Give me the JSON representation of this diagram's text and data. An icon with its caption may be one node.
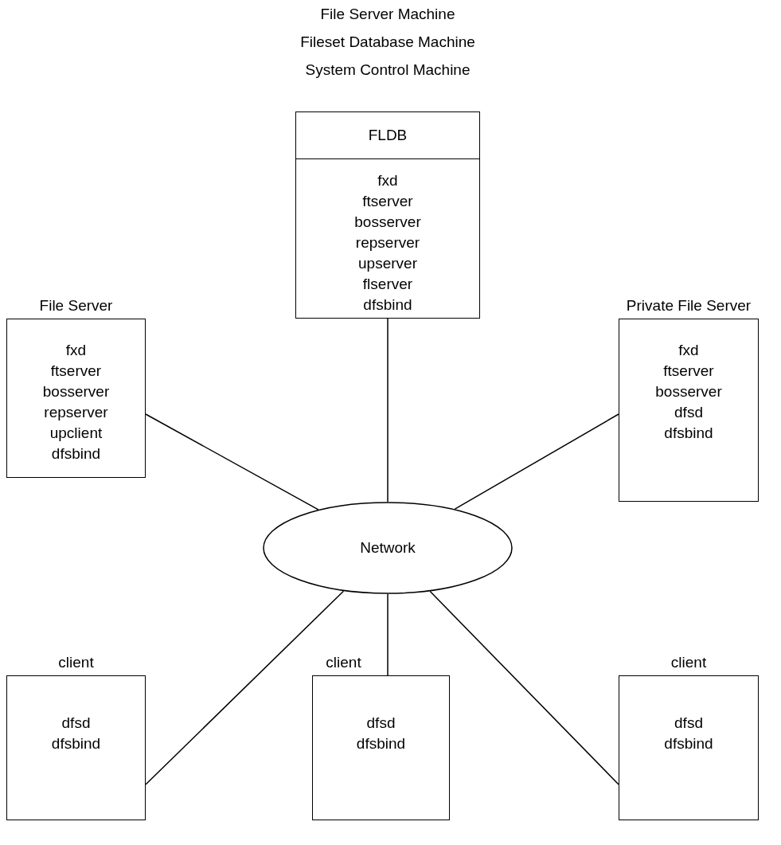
{
  "diagram": {
    "nodes": [
      {
        "text": [
          "File Server Machine Fileset Database Machine System Control Machine",
          "FLDB",
          "fxd ftserver bosserver repserver upserver flserver dfsbind"
        ]
      },
      {
        "text": [
          "File Server",
          "fxd ftserver bosserver repserver upclient dfsbind"
        ]
      },
      {
        "text": [
          "Private File Server",
          "fxd ftserver bosserver dfsd dfsbind"
        ]
      },
      {
        "text": [
          "Network"
        ]
      },
      {
        "text": [
          "client",
          "dfsd dfsbind"
        ]
      },
      {
        "text": [
          "client",
          "dfsd dfsbind"
        ]
      },
      {
        "text": [
          "client",
          "dfsd dfsbind"
        ]
      }
    ],
    "edges": [
      {
        "from": 0,
        "to": 3,
        "arrow": "none"
      },
      {
        "from": 1,
        "to": 3,
        "arrow": "none"
      },
      {
        "from": 2,
        "to": 3,
        "arrow": "none"
      },
      {
        "from": 4,
        "to": 3,
        "arrow": "none"
      },
      {
        "from": 5,
        "to": 3,
        "arrow": "none"
      },
      {
        "from": 6,
        "to": 3,
        "arrow": "none"
      }
    ]
  }
}
